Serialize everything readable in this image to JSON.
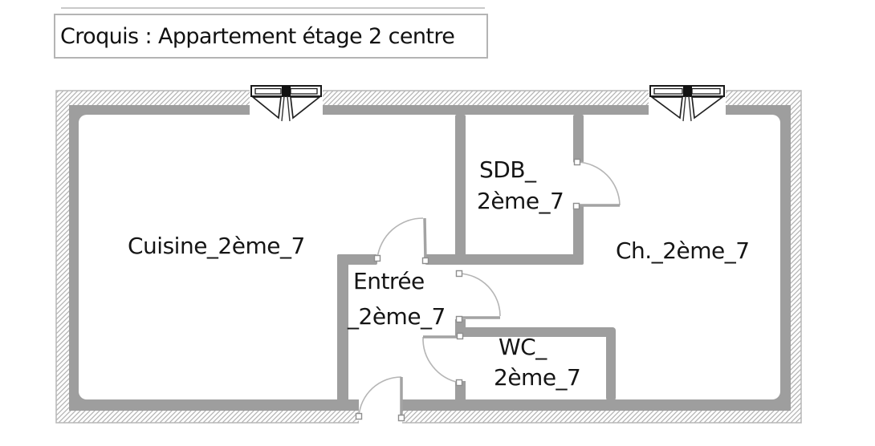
{
  "title": "Croquis : Appartement étage 2 centre",
  "plan": {
    "rooms": {
      "cuisine": {
        "label": "Cuisine_2ème_7"
      },
      "sdb": {
        "line1": "SDB_",
        "line2": "2ème_7"
      },
      "chambre": {
        "label": "Ch._2ème_7"
      },
      "entree": {
        "line1": "Entrée",
        "line2": "_2ème_7"
      },
      "wc": {
        "line1": "WC_",
        "line2": "2ème_7"
      }
    },
    "symbols": {
      "windows_count": "2",
      "doors_count": "5"
    },
    "colors": {
      "wall_gray": "#9e9e9e",
      "hatch_line": "#b4b4b4",
      "door_arc": "#b5b5b5",
      "window_frame": "#1a1a1a",
      "label_text": "#151515"
    }
  }
}
